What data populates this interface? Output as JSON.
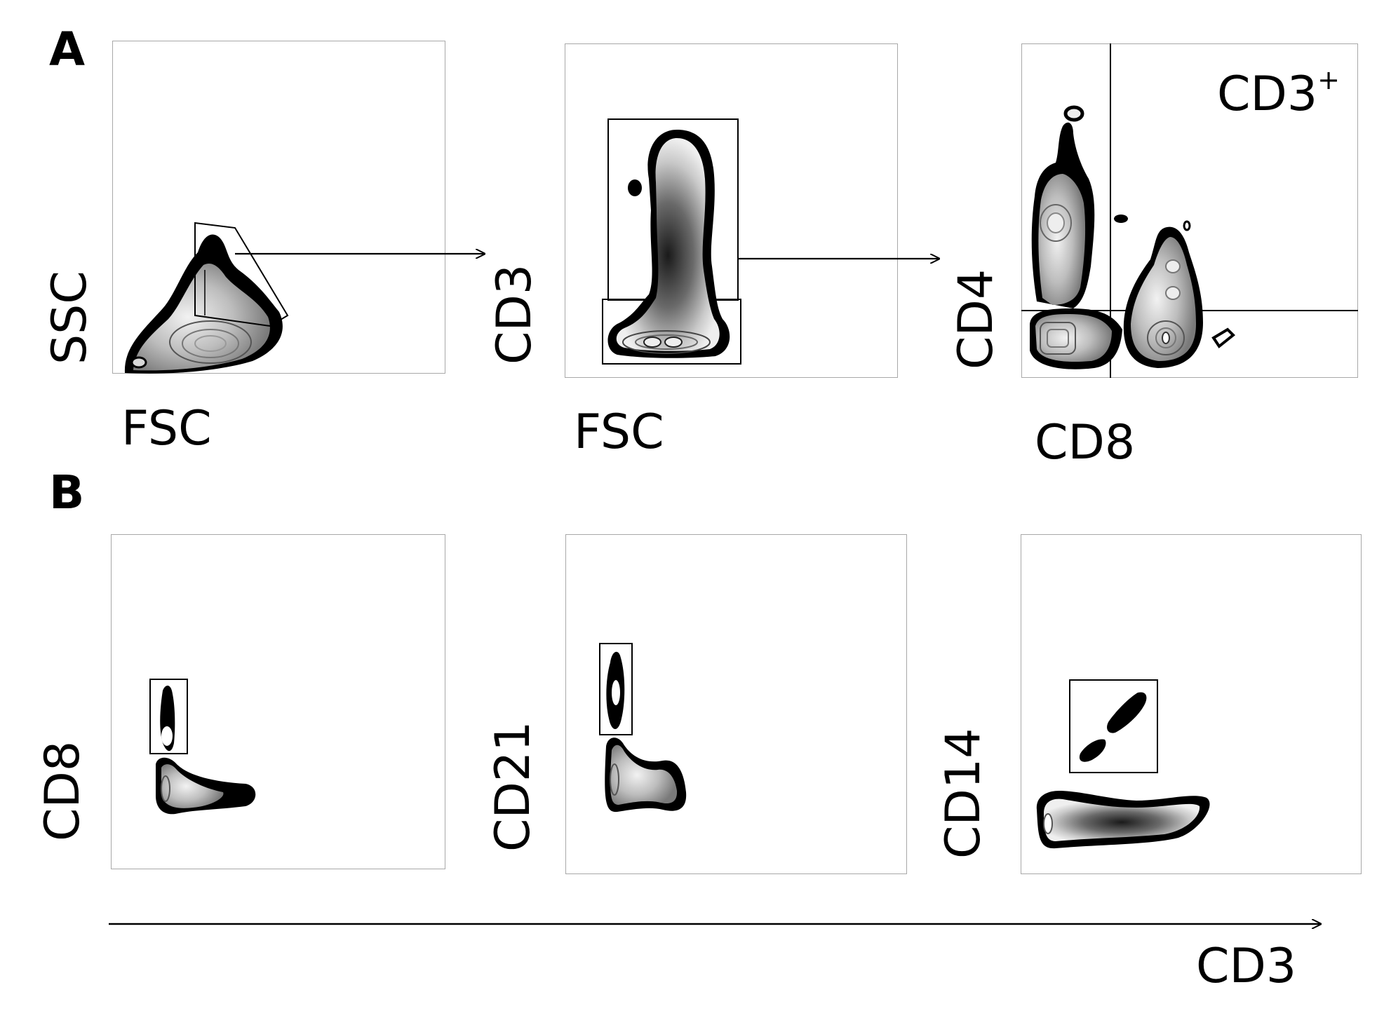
{
  "panels": {
    "a": {
      "letter": "A",
      "plots": [
        {
          "x_label": "FSC",
          "y_label": "SSC"
        },
        {
          "x_label": "FSC",
          "y_label": "CD3"
        },
        {
          "x_label": "CD8",
          "y_label": "CD4",
          "annotation": "CD3",
          "annotation_sup": "+"
        }
      ]
    },
    "b": {
      "letter": "B",
      "plots": [
        {
          "y_label": "CD8"
        },
        {
          "y_label": "CD21"
        },
        {
          "y_label": "CD14"
        }
      ],
      "shared_x_label": "CD3"
    }
  },
  "colors": {
    "ink": "#000000",
    "frame": "#a8a8a8",
    "background": "#ffffff"
  }
}
